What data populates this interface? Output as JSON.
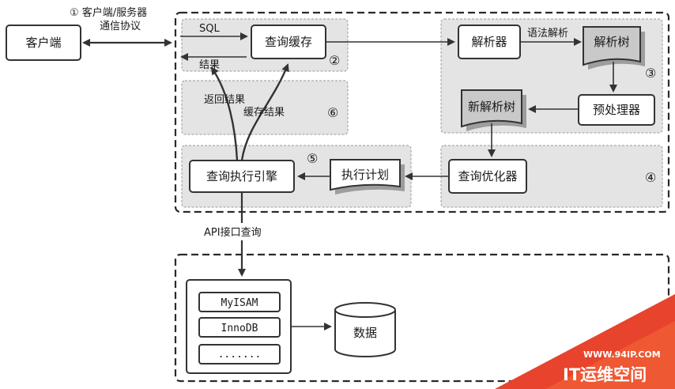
{
  "nodes": {
    "client": "客户端",
    "query_cache": "查询缓存",
    "parser": "解析器",
    "parse_tree": "解析树",
    "preprocessor": "预处理器",
    "new_parse_tree": "新解析树",
    "query_optimizer": "查询优化器",
    "execution_plan": "执行计划",
    "query_execution_engine": "查询执行引擎",
    "storage_engines": [
      "MyISAM",
      "InnoDB",
      "......."
    ],
    "data": "数据"
  },
  "labels": {
    "protocol_line1": "① 客户端/服务器",
    "protocol_line2": "通信协议",
    "sql": "SQL",
    "result": "结果",
    "return_result": "返回结果",
    "cache_result": "缓存结果",
    "syntax_parse": "语法解析",
    "api_query": "API接口查询"
  },
  "step_numbers": {
    "s2": "②",
    "s3": "③",
    "s4": "④",
    "s5": "⑤",
    "s6": "⑥"
  },
  "watermark": {
    "url": "WWW.94IP.COM",
    "name": "IT运维空间"
  }
}
